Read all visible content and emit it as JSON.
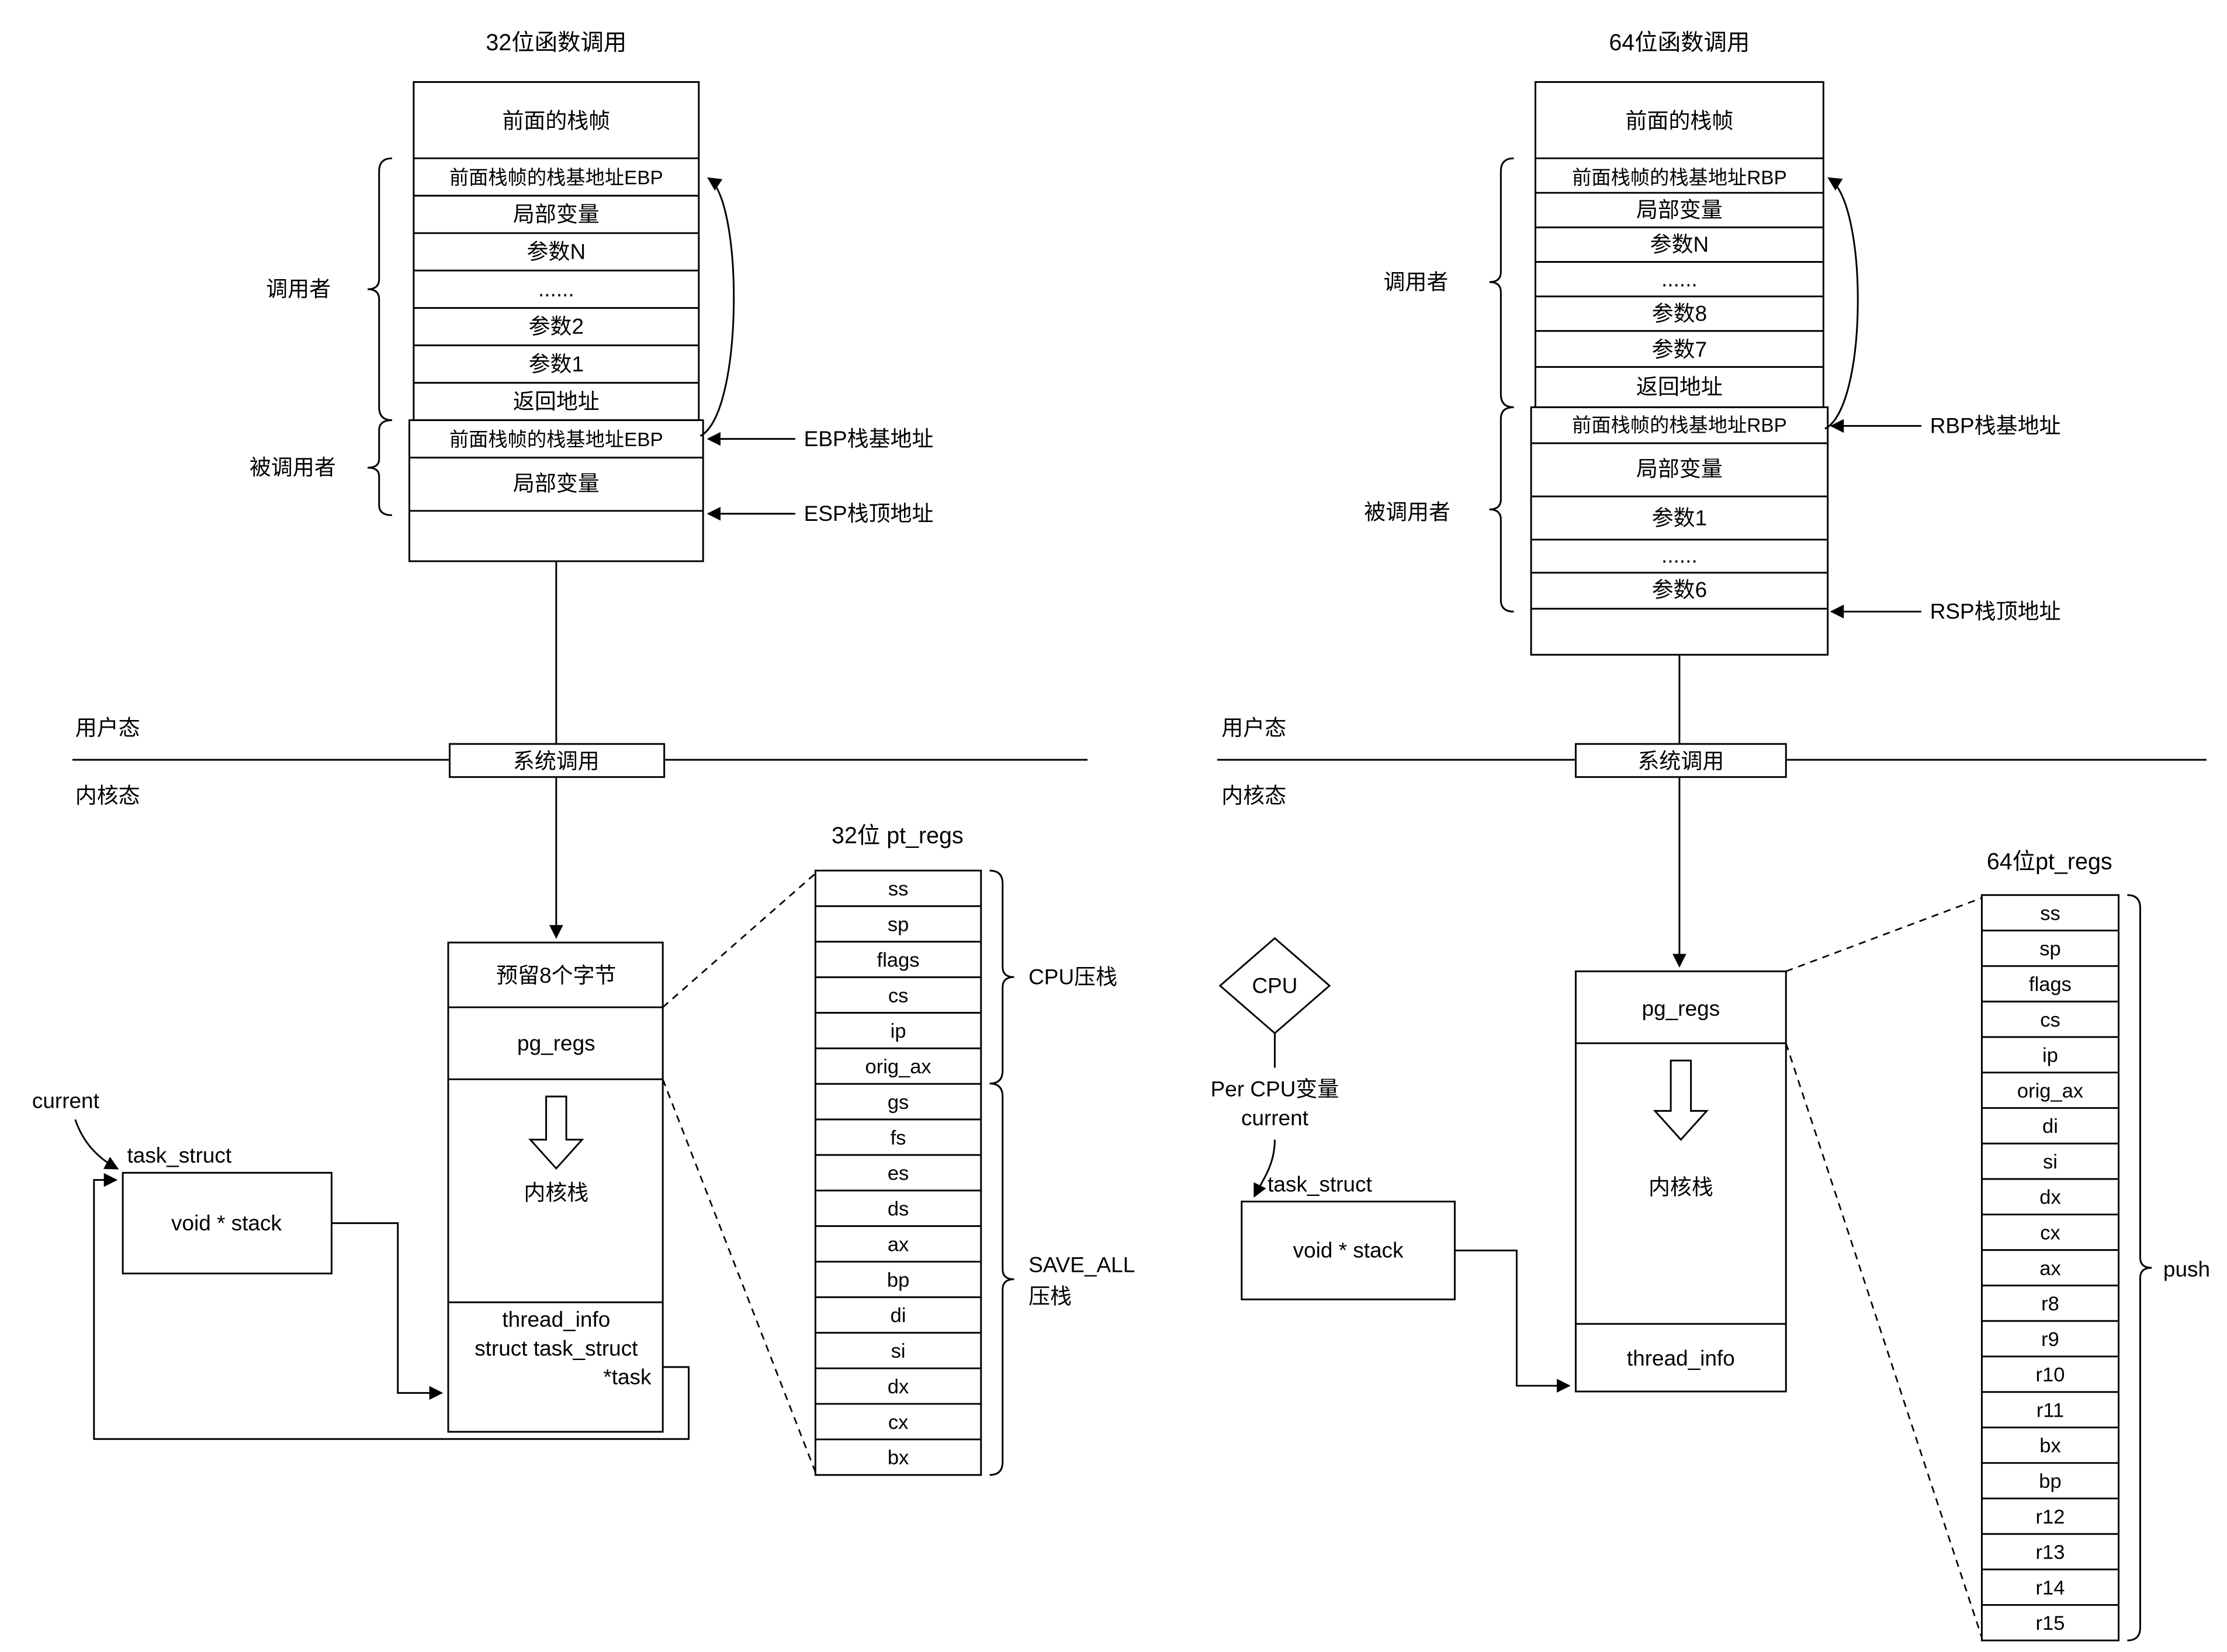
{
  "left": {
    "title": "32位函数调用",
    "user_stack": {
      "header": "前面的栈帧",
      "caller_rows": [
        "前面栈帧的栈基地址EBP",
        "局部变量",
        "参数N",
        "......",
        "参数2",
        "参数1",
        "返回地址"
      ],
      "callee_rows": [
        "前面栈帧的栈基地址EBP",
        "局部变量"
      ],
      "caller_brace_label": "调用者",
      "callee_brace_label": "被调用者",
      "base_pointer_label": "EBP栈基地址",
      "stack_top_label": "ESP栈顶地址"
    },
    "boundary": {
      "user_mode": "用户态",
      "kernel_mode": "内核态",
      "syscall": "系统调用"
    },
    "kernel_stack": {
      "reserved_row": "预留8个字节",
      "pt_regs_row": "pg_regs",
      "stack_label": "内核栈",
      "thread_info_lines": [
        "thread_info",
        "struct task_struct",
        "*task"
      ]
    },
    "task": {
      "current_label": "current",
      "task_struct_label": "task_struct",
      "stack_field": "void * stack"
    },
    "pt_regs": {
      "title": "32位 pt_regs",
      "registers": [
        "ss",
        "sp",
        "flags",
        "cs",
        "ip",
        "orig_ax",
        "gs",
        "fs",
        "es",
        "ds",
        "ax",
        "bp",
        "di",
        "si",
        "dx",
        "cx",
        "bx"
      ],
      "cpu_push_label": "CPU压栈",
      "save_all_lines": [
        "SAVE_ALL",
        "压栈"
      ]
    }
  },
  "right": {
    "title": "64位函数调用",
    "user_stack": {
      "header": "前面的栈帧",
      "caller_rows": [
        "前面栈帧的栈基地址RBP",
        "局部变量",
        "参数N",
        "......",
        "参数8",
        "参数7",
        "返回地址"
      ],
      "callee_rows": [
        "前面栈帧的栈基地址RBP",
        "局部变量",
        "参数1",
        "......",
        "参数6"
      ],
      "caller_brace_label": "调用者",
      "callee_brace_label": "被调用者",
      "base_pointer_label": "RBP栈基地址",
      "stack_top_label": "RSP栈顶地址"
    },
    "boundary": {
      "user_mode": "用户态",
      "kernel_mode": "内核态",
      "syscall": "系统调用"
    },
    "kernel_stack": {
      "pt_regs_row": "pg_regs",
      "stack_label": "内核栈",
      "thread_info_lines": [
        "thread_info"
      ]
    },
    "cpu": {
      "diamond_label": "CPU",
      "per_cpu_lines": [
        "Per CPU变量",
        "current"
      ]
    },
    "task": {
      "task_struct_label": "task_struct",
      "stack_field": "void * stack"
    },
    "pt_regs": {
      "title": "64位pt_regs",
      "registers": [
        "ss",
        "sp",
        "flags",
        "cs",
        "ip",
        "orig_ax",
        "di",
        "si",
        "dx",
        "cx",
        "ax",
        "r8",
        "r9",
        "r10",
        "r11",
        "bx",
        "bp",
        "r12",
        "r13",
        "r14",
        "r15"
      ],
      "push_label": "push"
    }
  }
}
